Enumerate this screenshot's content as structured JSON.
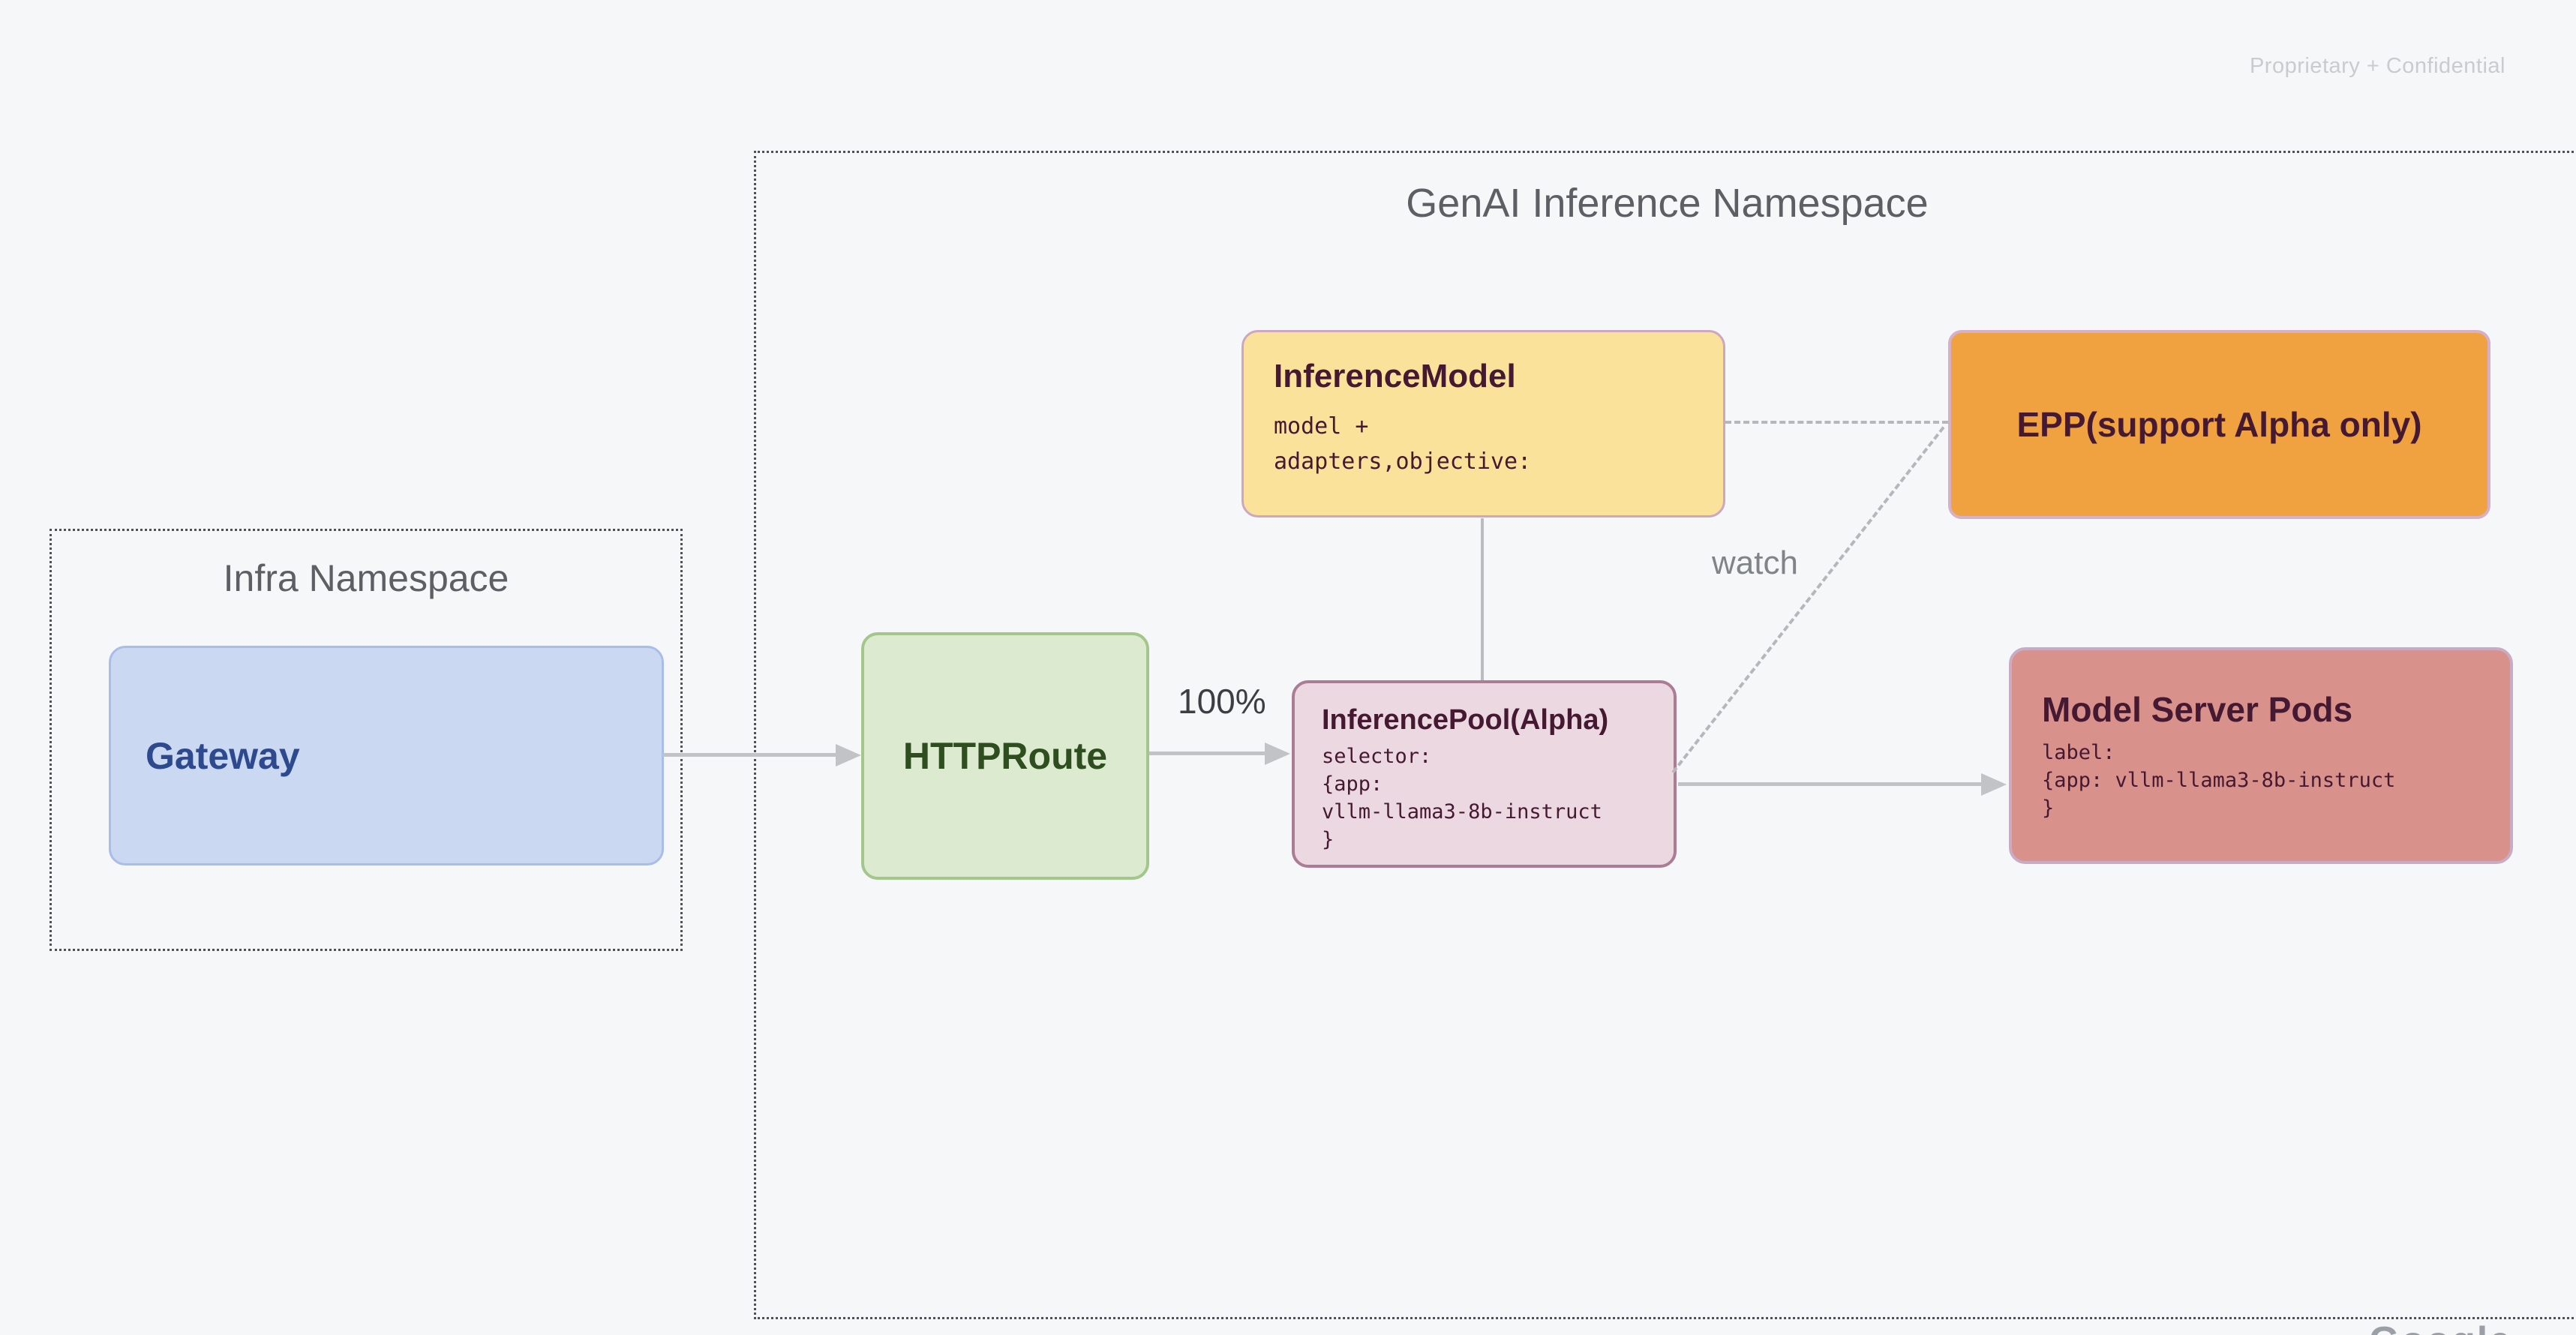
{
  "slide": {
    "confidential_label": "Proprietary + Confidential",
    "watermark": "Google",
    "background_color": "#f6f7f9"
  },
  "namespaces": {
    "genai": {
      "label": "GenAI Inference Namespace"
    },
    "infra": {
      "label": "Infra Namespace"
    }
  },
  "nodes": {
    "gateway": {
      "label": "Gateway",
      "fill": "#cbd8f2",
      "border": "#a8bde8",
      "text_color": "#2e4a8f"
    },
    "httproute": {
      "label": "HTTPRoute",
      "fill": "#dcead0",
      "border": "#a3c68c",
      "text_color": "#2e4e20"
    },
    "inference_model": {
      "title": "InferenceModel",
      "lines": [
        "model +",
        "adapters,objective:"
      ],
      "fill": "#fae29b",
      "border": "#cda6c2",
      "text_color": "#441931"
    },
    "epp": {
      "label": "EPP(support Alpha only)",
      "fill": "#efa23f",
      "border": "#d6b0c6",
      "text_color": "#441931"
    },
    "inference_pool": {
      "title": "InferencePool(Alpha)",
      "lines": [
        "selector:",
        "{app:",
        "vllm-llama3-8b-instruct",
        "}"
      ],
      "fill": "#ecd8e1",
      "border": "#aa7d95",
      "text_color": "#441931"
    },
    "model_server_pods": {
      "title": "Model Server Pods",
      "lines": [
        "label:",
        "{app: vllm-llama3-8b-instruct",
        "}"
      ],
      "fill": "#d9918b",
      "border": "#c9abc3",
      "text_color": "#441931"
    }
  },
  "edges": {
    "gateway_to_httproute": "arrow",
    "httproute_to_pool_label": "100%",
    "model_to_pool": "line",
    "model_to_epp": "dashed",
    "pool_to_epp_label": "watch",
    "pool_to_model_server": "arrow",
    "arrow_color": "#c1c3c7",
    "dashed_color": "#b5b7bb"
  }
}
